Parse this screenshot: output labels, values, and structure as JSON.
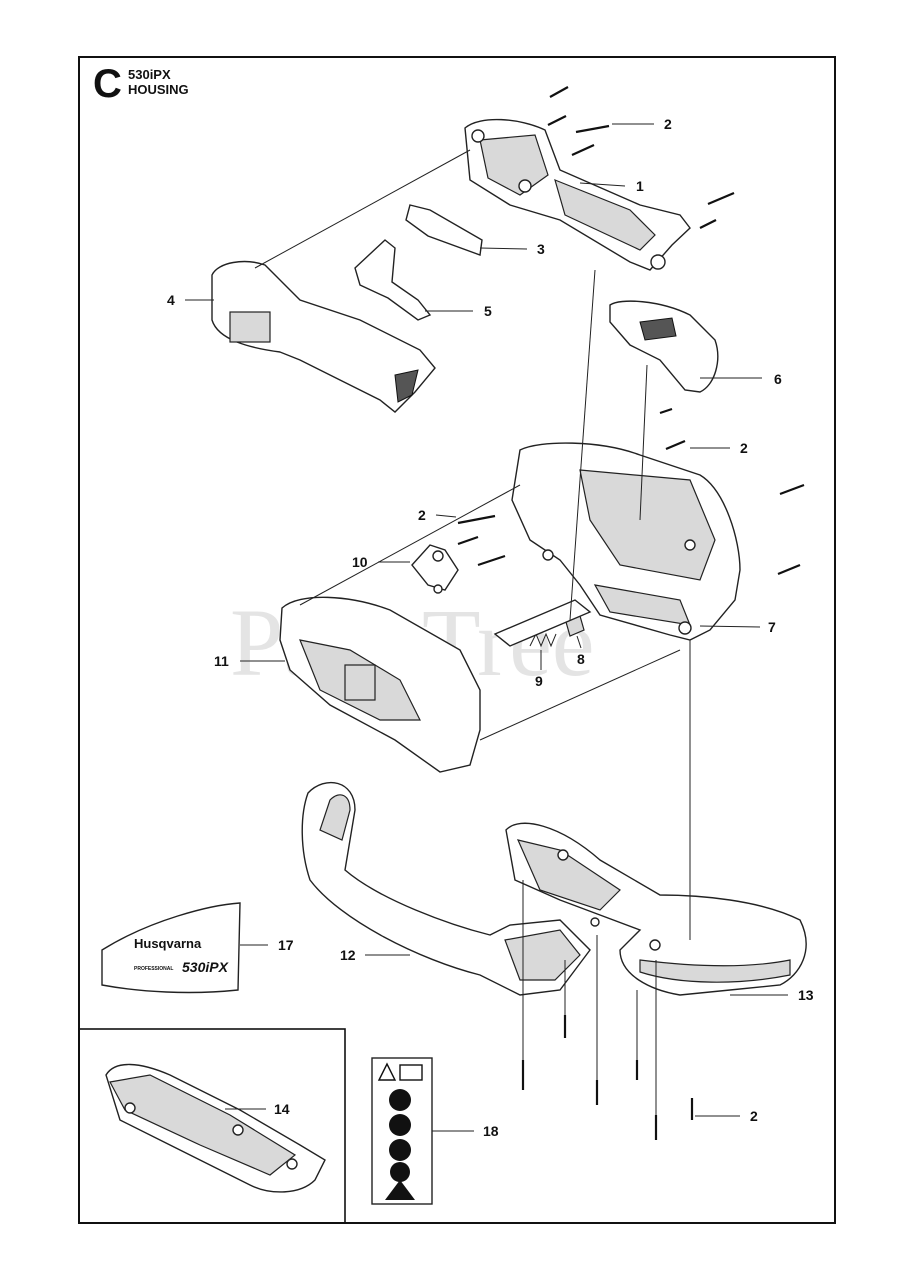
{
  "header": {
    "section_letter": "C",
    "model": "530iPX",
    "group": "HOUSING"
  },
  "watermark": "PartsTree",
  "callouts": {
    "c1": "1",
    "c2a": "2",
    "c2b": "2",
    "c2c": "2",
    "c2d": "2",
    "c3": "3",
    "c4": "4",
    "c5": "5",
    "c6": "6",
    "c7": "7",
    "c8": "8",
    "c9": "9",
    "c10": "10",
    "c11": "11",
    "c12": "12",
    "c13": "13",
    "c14": "14",
    "c17": "17",
    "c18": "18"
  },
  "decal": {
    "brand": "Husqvarna",
    "tier": "PROFESSIONAL",
    "model": "530iPX"
  },
  "icons": [
    "warning-manual-icon",
    "hearing-protection-icon",
    "gloves-icon",
    "no-flame-icon",
    "no-touch-icon",
    "hot-surface-icon"
  ]
}
